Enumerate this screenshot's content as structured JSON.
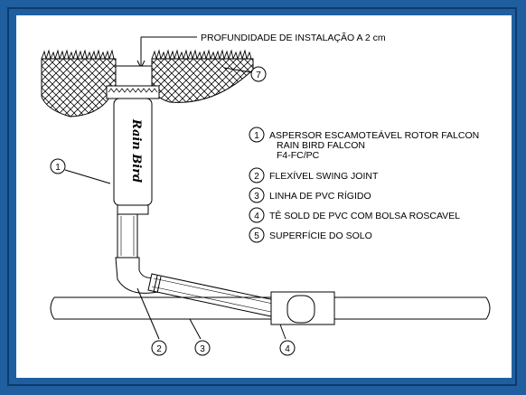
{
  "diagram": {
    "depth_label": "PROFUNDIDADE DE INSTALAÇÃO A 2 cm",
    "brand_mark": "Rain Bird",
    "legend": [
      {
        "num": "1",
        "lines": [
          "ASPERSOR ESCAMOTEÁVEL ROTOR FALCON",
          "RAIN BIRD FALCON",
          "F4-FC/PC"
        ]
      },
      {
        "num": "2",
        "lines": [
          "FLEXÍVEL SWING JOINT"
        ]
      },
      {
        "num": "3",
        "lines": [
          "LINHA DE PVC RÍGIDO"
        ]
      },
      {
        "num": "4",
        "lines": [
          "TÊ SOLD DE PVC COM BOLSA ROSCAVEL"
        ]
      },
      {
        "num": "5",
        "lines": [
          "SUPERFÍCIE DO SOLO"
        ]
      }
    ],
    "callouts": [
      "1",
      "2",
      "3",
      "4",
      "7"
    ]
  },
  "colors": {
    "frame": "#1f5fa0",
    "paper": "#ffffff",
    "ink": "#000000"
  }
}
